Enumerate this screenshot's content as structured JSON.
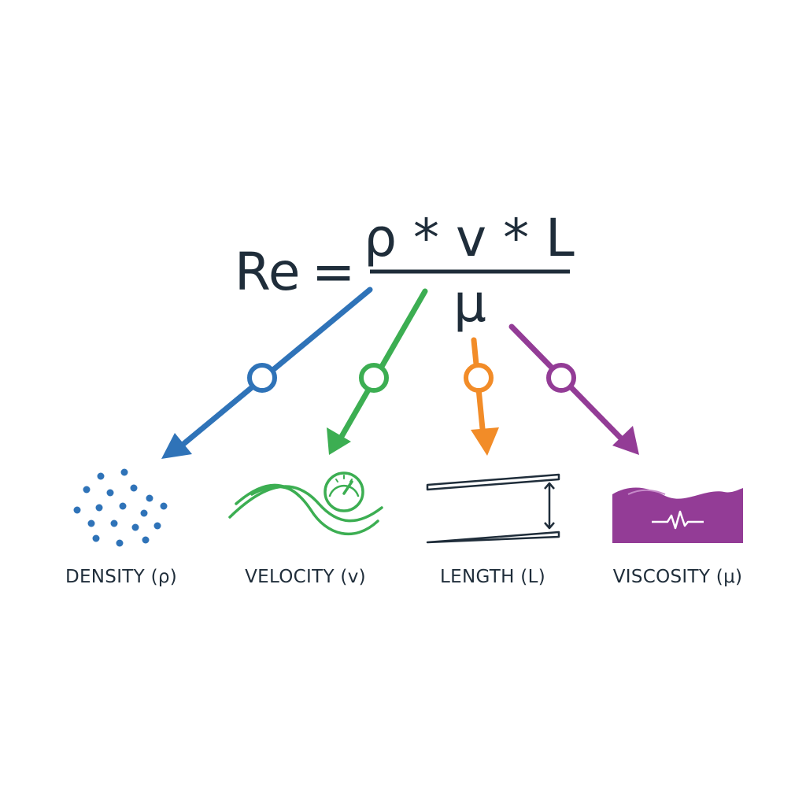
{
  "equation": {
    "lhs": "Re",
    "equals": "=",
    "numerator": "ρ * v * L",
    "denominator": "μ"
  },
  "variables": [
    {
      "label": "DENSITY (ρ)",
      "icon": "particles-icon",
      "color": "#2f73b8"
    },
    {
      "label": "VELOCITY (v)",
      "icon": "flow-speedometer-icon",
      "color": "#3cae52"
    },
    {
      "label": "LENGTH (L)",
      "icon": "parallel-plates-icon",
      "color": "#f28c28"
    },
    {
      "label": "VISCOSITY (μ)",
      "icon": "viscous-fluid-icon",
      "color": "#933c96"
    }
  ]
}
